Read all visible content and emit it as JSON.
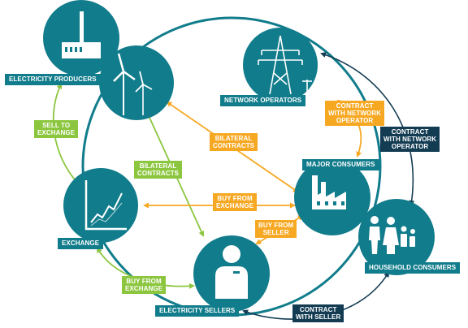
{
  "nodes": {
    "producers": "ELECTRICITY PRODUCERS",
    "operators": "NETWORK OPERATORS",
    "major": "MAJOR CONSUMERS",
    "household": "HOUSEHOLD CONSUMERS",
    "sellers": "ELECTRICITY SELLERS",
    "exchange": "EXCHANGE"
  },
  "flows": {
    "sell_to_exchange": [
      "SELL TO",
      "EXCHANGE"
    ],
    "bilateral_green": [
      "BILATERAL",
      "CONTRACTS"
    ],
    "bilateral_orange": [
      "BILATERAL",
      "CONTRACTS"
    ],
    "buy_from_exchange_orange": [
      "BUY FROM",
      "EXCHANGE"
    ],
    "buy_from_seller": [
      "BUY FROM",
      "SELLER"
    ],
    "buy_from_exchange_green": [
      "BUY FROM",
      "EXCHANGE"
    ],
    "contract_network_orange": [
      "CONTRACT",
      "WITH NETWORK",
      "OPERATOR"
    ],
    "contract_network_navy": [
      "CONTRACT",
      "WITH NETWORK",
      "OPERATOR"
    ],
    "contract_seller": [
      "CONTRACT",
      "WITH SELLER"
    ]
  },
  "colors": {
    "teal": "#117c8b",
    "dark_teal": "#0c5f6d",
    "green": "#8cc63f",
    "orange": "#f7a823",
    "navy": "#133c53"
  },
  "icons": {
    "producers": "factory-and-wind-turbines-icon",
    "operators": "power-pylon-icon",
    "major": "factory-icon",
    "household": "family-icon",
    "sellers": "person-icon",
    "exchange": "rising-chart-icon"
  }
}
